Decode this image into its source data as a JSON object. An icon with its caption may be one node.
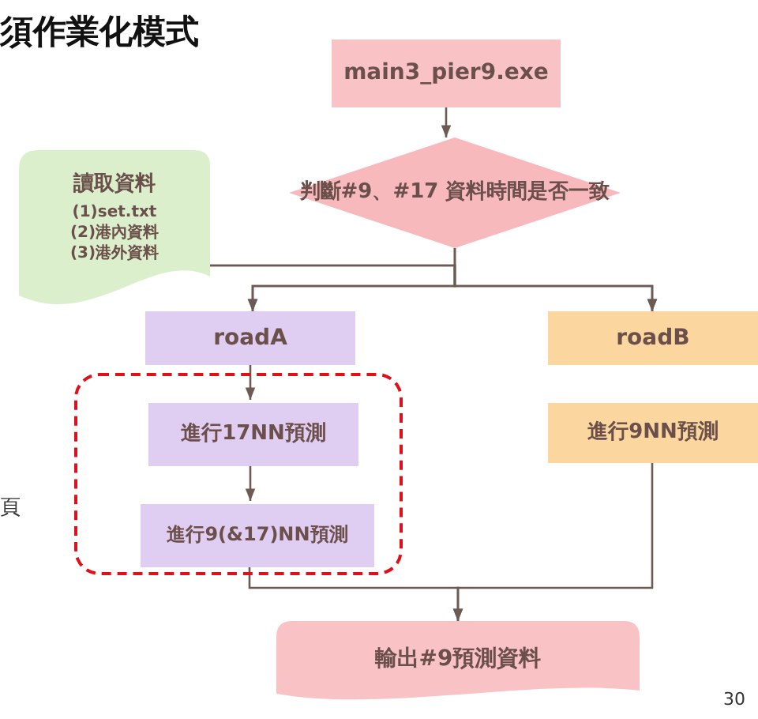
{
  "diagram": {
    "title": "須作業化模式",
    "nodes": [
      {
        "text": [
          "main3_pier9.exe"
        ]
      },
      {
        "text": [
          "判斷#9、#17 資料時間是否一致"
        ]
      },
      {
        "text": [
          "讀取資料",
          "(1)set.txt",
          "(2)港內資料",
          "(3)港外資料"
        ]
      },
      {
        "text": [
          "roadA"
        ]
      },
      {
        "text": [
          "roadB"
        ]
      },
      {
        "text": [],
        "shape": "box"
      },
      {
        "text": [
          "進行17NN預測"
        ],
        "in": 5
      },
      {
        "text": [
          "進行9(&17)NN預測"
        ],
        "in": 5
      },
      {
        "text": [
          "進行9NN預測"
        ]
      },
      {
        "text": [
          "輸出#9預測資料"
        ]
      }
    ],
    "edges": [
      {
        "from": 0,
        "to": 1,
        "arrow": "to"
      },
      {
        "from": 1,
        "to": 3,
        "arrow": "to"
      },
      {
        "from": 1,
        "to": 4,
        "arrow": "to"
      },
      {
        "from": 2,
        "to": 3,
        "arrow": "to"
      },
      {
        "from": 2,
        "to": 4,
        "arrow": "to"
      },
      {
        "from": 3,
        "to": 6,
        "arrow": "to"
      },
      {
        "from": 6,
        "to": 7,
        "arrow": "to"
      },
      {
        "from": 7,
        "to": 9,
        "arrow": "to"
      },
      {
        "from": 8,
        "to": 9,
        "arrow": "to"
      }
    ],
    "labels": [
      "頁",
      "30"
    ]
  }
}
